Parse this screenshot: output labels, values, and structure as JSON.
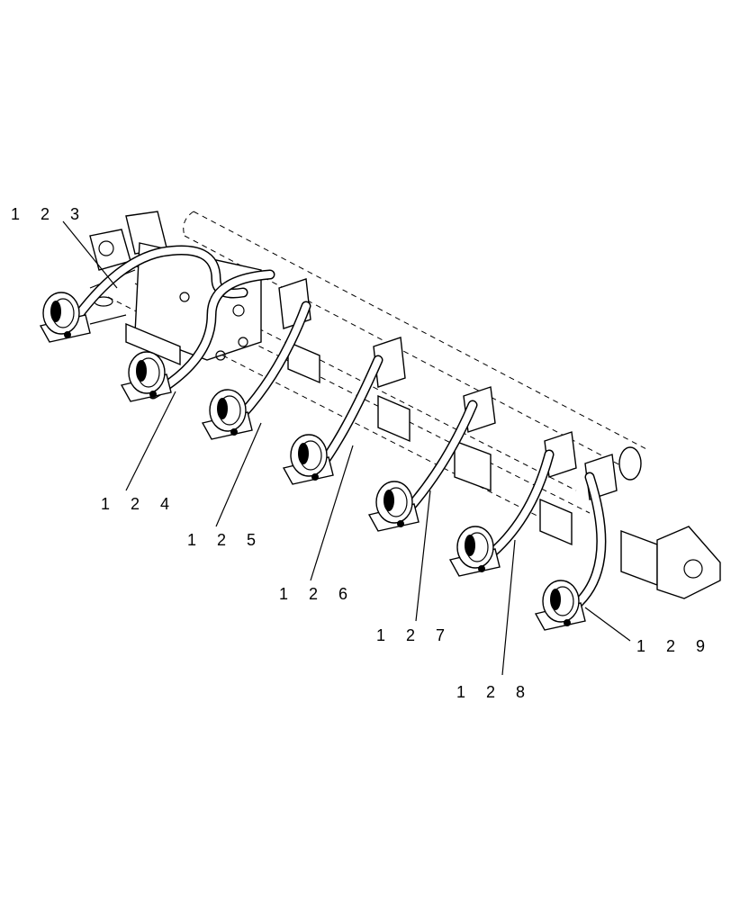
{
  "callouts": [
    {
      "id": "123",
      "text": "1 2 3"
    },
    {
      "id": "124",
      "text": "1 2 4"
    },
    {
      "id": "125",
      "text": "1 2 5"
    },
    {
      "id": "126",
      "text": "1 2 6"
    },
    {
      "id": "127",
      "text": "1 2 7"
    },
    {
      "id": "128",
      "text": "1 2 8"
    },
    {
      "id": "129",
      "text": "1 2 9"
    }
  ],
  "parts": [
    {
      "name": "row-unit",
      "icon": "disc-opener-icon"
    },
    {
      "name": "hose",
      "icon": "hose-icon"
    },
    {
      "name": "toolbar-frame",
      "icon": "frame-icon"
    }
  ]
}
